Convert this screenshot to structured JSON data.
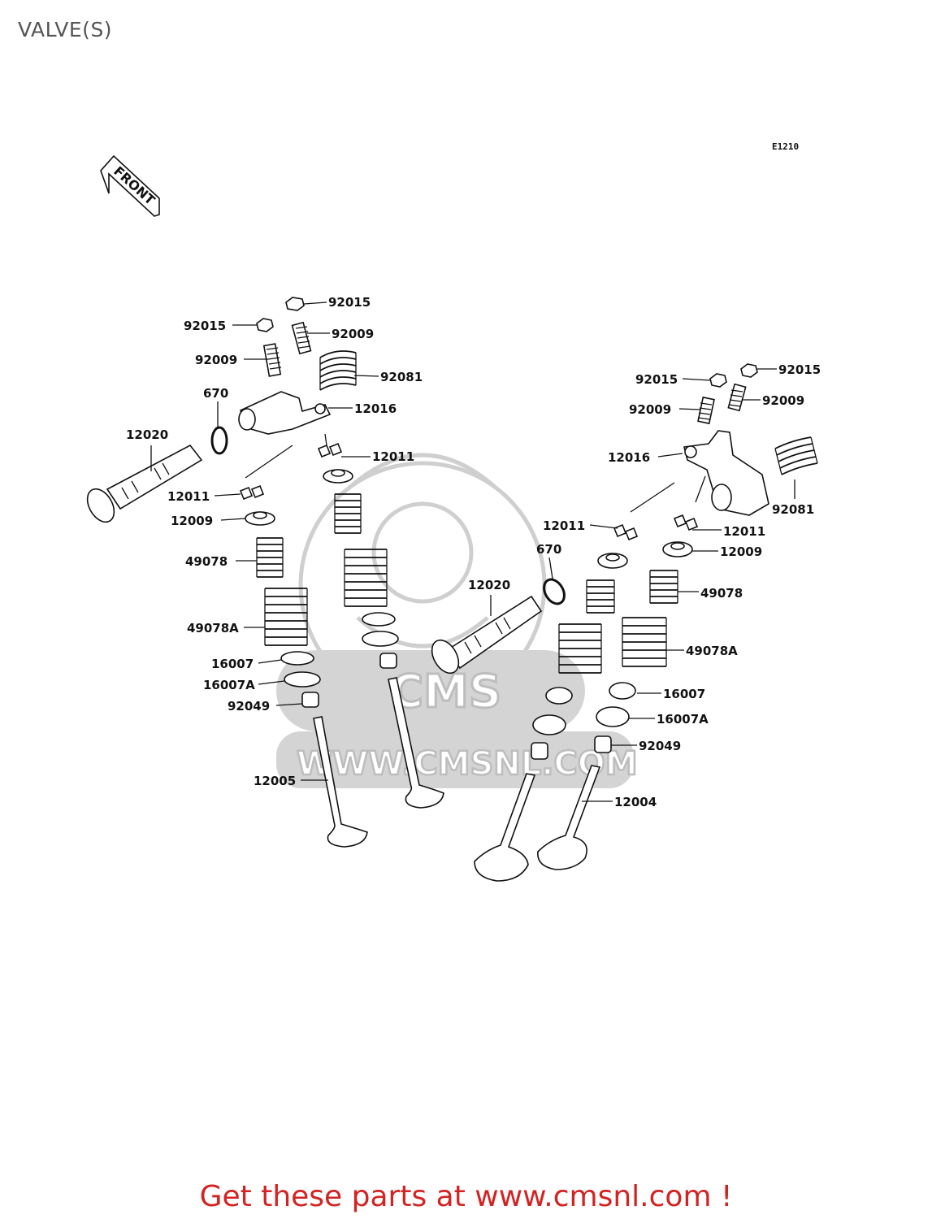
{
  "page_title": "VALVE(S)",
  "diagram_code": "E1210",
  "front_label": "FRONT",
  "watermark": {
    "brand": "CMS",
    "url": "WWW.CMSNL.COM"
  },
  "footer": "Get these parts at www.cmsnl.com !",
  "labels": [
    {
      "id": "l-92015-a",
      "text": "92015"
    },
    {
      "id": "l-92015-b",
      "text": "92015"
    },
    {
      "id": "l-92009-a",
      "text": "92009"
    },
    {
      "id": "l-92009-b",
      "text": "92009"
    },
    {
      "id": "l-92081-a",
      "text": "92081"
    },
    {
      "id": "l-670-a",
      "text": "670"
    },
    {
      "id": "l-12016-a",
      "text": "12016"
    },
    {
      "id": "l-12020-a",
      "text": "12020"
    },
    {
      "id": "l-12011-a",
      "text": "12011"
    },
    {
      "id": "l-12011-b",
      "text": "12011"
    },
    {
      "id": "l-12009-a",
      "text": "12009"
    },
    {
      "id": "l-49078-a",
      "text": "49078"
    },
    {
      "id": "l-49078A-a",
      "text": "49078A"
    },
    {
      "id": "l-16007-a",
      "text": "16007"
    },
    {
      "id": "l-16007A-a",
      "text": "16007A"
    },
    {
      "id": "l-92049-a",
      "text": "92049"
    },
    {
      "id": "l-12005",
      "text": "12005"
    },
    {
      "id": "l-92015-c",
      "text": "92015"
    },
    {
      "id": "l-92015-d",
      "text": "92015"
    },
    {
      "id": "l-92009-c",
      "text": "92009"
    },
    {
      "id": "l-92009-d",
      "text": "92009"
    },
    {
      "id": "l-12016-b",
      "text": "12016"
    },
    {
      "id": "l-92081-b",
      "text": "92081"
    },
    {
      "id": "l-12011-c",
      "text": "12011"
    },
    {
      "id": "l-12011-d",
      "text": "12011"
    },
    {
      "id": "l-670-b",
      "text": "670"
    },
    {
      "id": "l-12009-b",
      "text": "12009"
    },
    {
      "id": "l-12020-b",
      "text": "12020"
    },
    {
      "id": "l-49078-b",
      "text": "49078"
    },
    {
      "id": "l-49078A-b",
      "text": "49078A"
    },
    {
      "id": "l-16007-b",
      "text": "16007"
    },
    {
      "id": "l-16007A-b",
      "text": "16007A"
    },
    {
      "id": "l-92049-b",
      "text": "92049"
    },
    {
      "id": "l-12004",
      "text": "12004"
    }
  ]
}
